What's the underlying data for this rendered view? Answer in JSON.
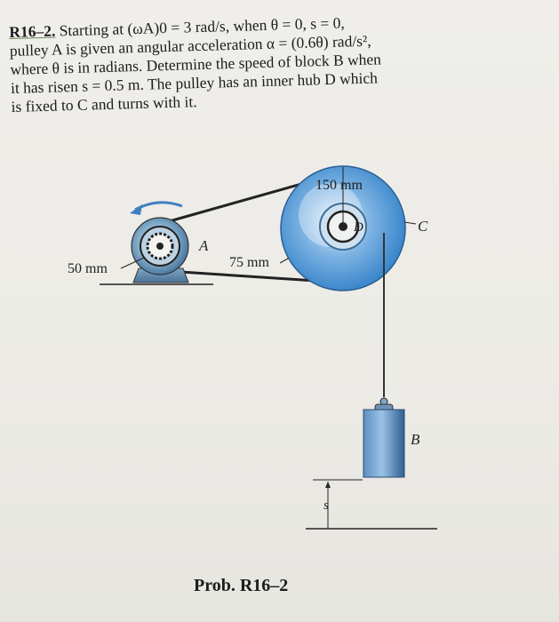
{
  "problem": {
    "number": "R16–2.",
    "lines": [
      "Starting at (ωA)0 = 3 rad/s, when θ = 0, s = 0,",
      "pulley A is given an angular acceleration α = (0.6θ) rad/s²,",
      "where θ is in radians. Determine the speed of block B when",
      "it has risen s = 0.5 m. The pulley has an inner hub D which",
      "is fixed to C and turns with it."
    ]
  },
  "figure": {
    "labels": {
      "pulley_a": "A",
      "pulley_c": "C",
      "hub_d": "D",
      "block_b": "B",
      "displacement": "s"
    },
    "dimensions": {
      "radius_a": "50 mm",
      "radius_hub": "75 mm",
      "radius_c": "150 mm"
    }
  },
  "caption": "Prob. R16–2"
}
